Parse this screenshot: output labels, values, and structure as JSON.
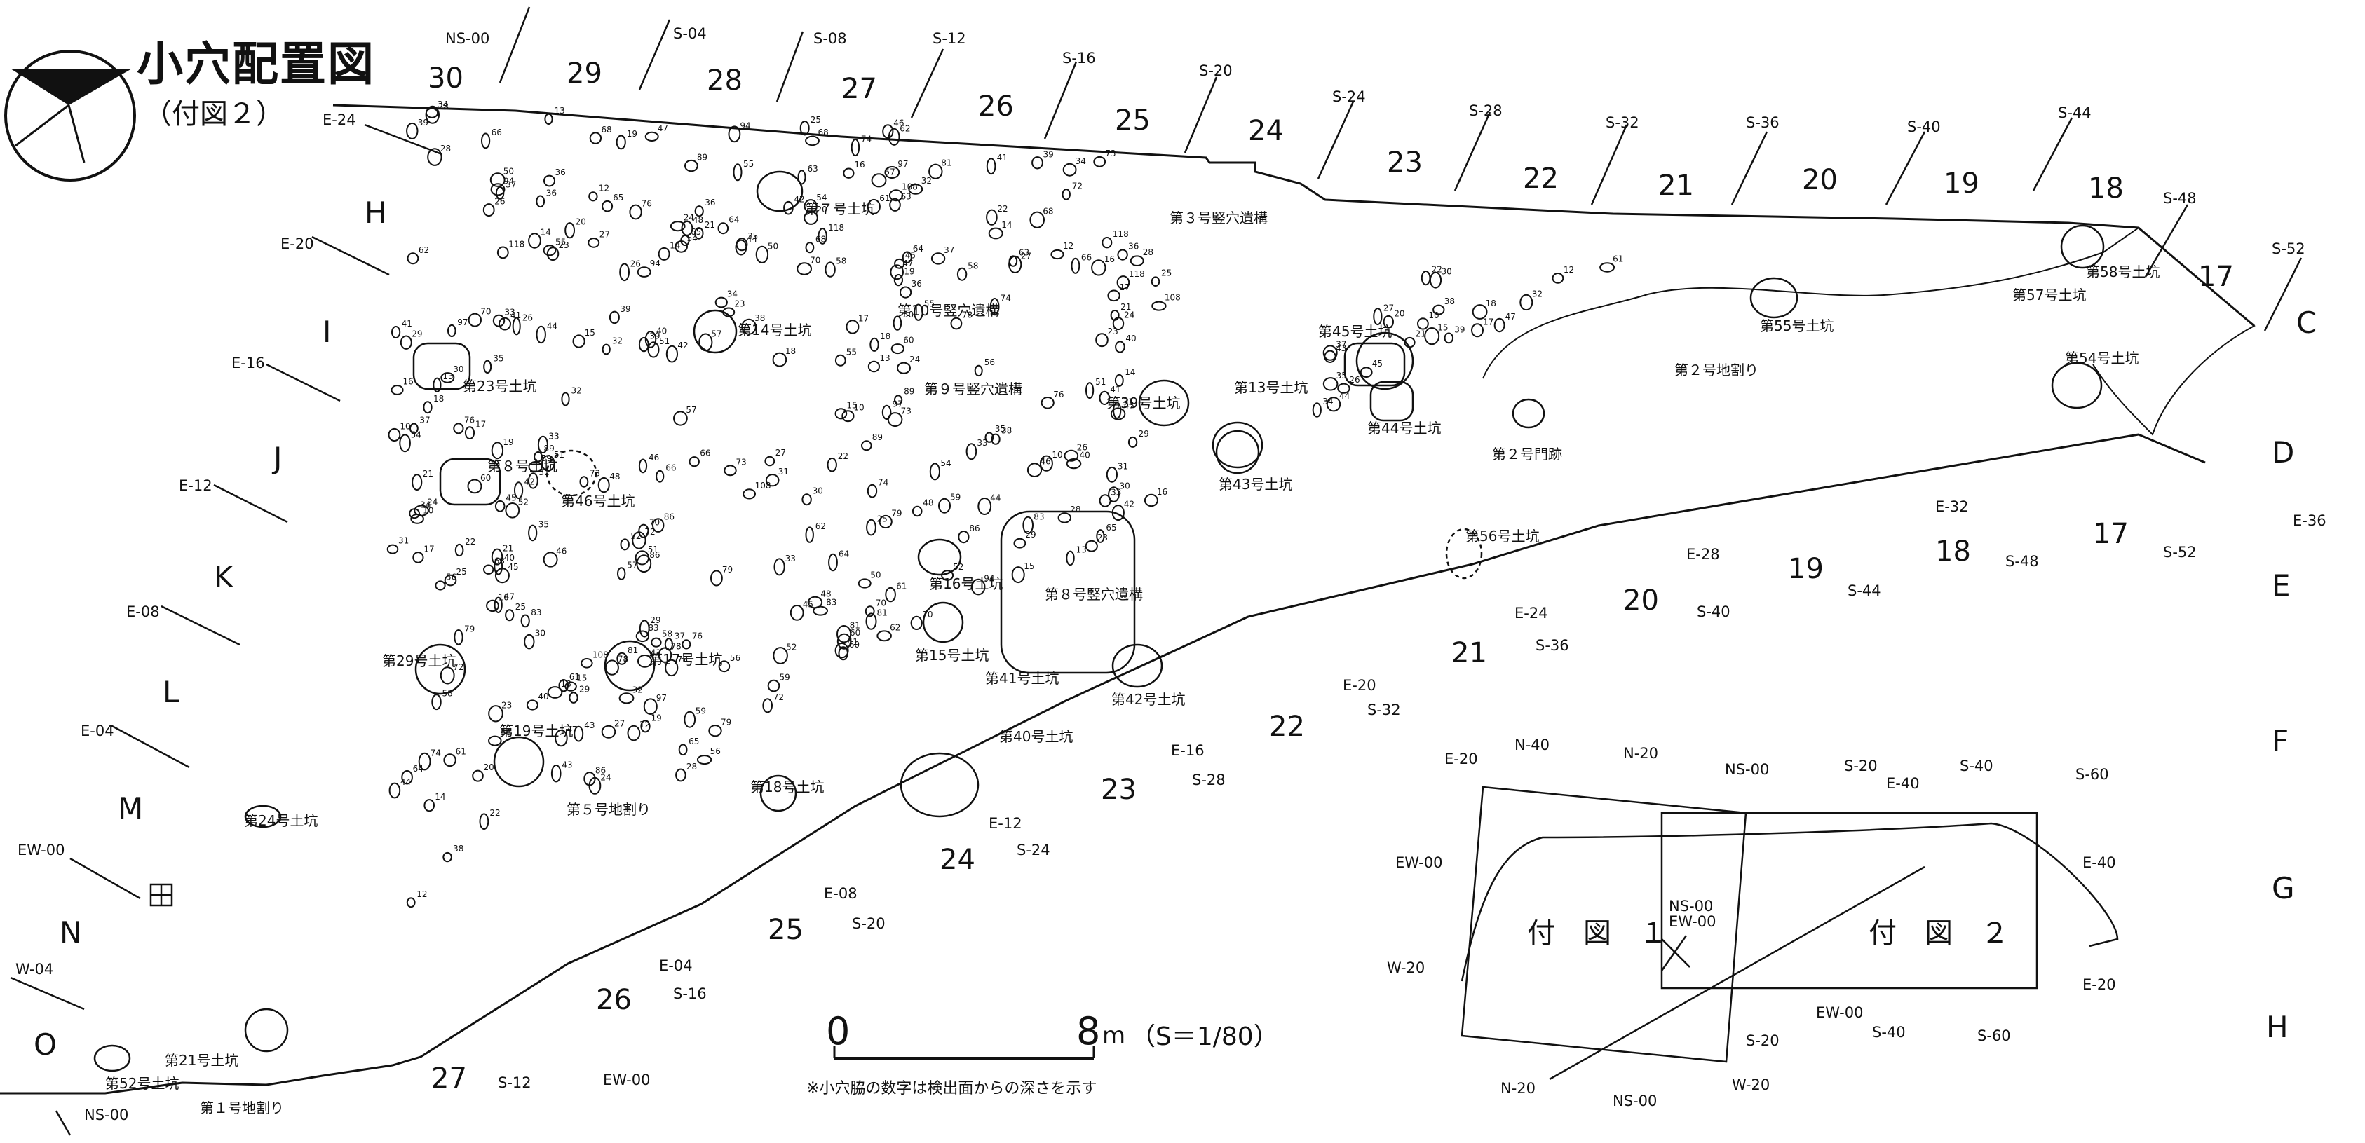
{
  "title": "小穴配置図",
  "subtitle": "（付図２）",
  "note": "※小穴脇の数字は検出面からの深さを示す",
  "scale": {
    "zero": "0",
    "end": "8",
    "unit": "m",
    "ratio": "（S＝1/80）"
  },
  "row_letters": [
    "H",
    "I",
    "J",
    "K",
    "L",
    "M",
    "N",
    "O"
  ],
  "row_letters_right": [
    "C",
    "D",
    "E",
    "F",
    "G",
    "H"
  ],
  "grid_numbers_top": [
    "30",
    "29",
    "28",
    "27",
    "26",
    "25",
    "24",
    "23",
    "22",
    "21",
    "20",
    "19",
    "18",
    "17"
  ],
  "grid_numbers_bottom": [
    "27",
    "26",
    "25",
    "24",
    "23",
    "22",
    "21",
    "20",
    "19",
    "18",
    "17"
  ],
  "coords_top": [
    "NS-00",
    "S-04",
    "S-08",
    "S-12",
    "S-16",
    "S-20",
    "S-24",
    "S-28",
    "S-32",
    "S-36",
    "S-40",
    "S-44",
    "S-48",
    "S-52"
  ],
  "coords_left": [
    "E-24",
    "E-20",
    "E-16",
    "E-12",
    "E-08",
    "E-04",
    "EW-00",
    "W-04"
  ],
  "coords_bottom_right": [
    "E-36",
    "E-32",
    "E-28",
    "E-24",
    "E-20",
    "E-16",
    "E-12",
    "E-08",
    "E-04",
    "EW-00",
    "NS-00",
    "S-12",
    "S-16",
    "S-20",
    "S-24",
    "S-28",
    "S-32",
    "S-36",
    "S-40",
    "S-44",
    "S-48",
    "S-52"
  ],
  "features": [
    "第３号竪穴遺構",
    "第７号土坑",
    "第10号竪穴遺構",
    "第14号土坑",
    "第９号竪穴遺構",
    "第23号土坑",
    "第８号土坑",
    "第46号土坑",
    "第39号土坑",
    "第13号土坑",
    "第43号土坑",
    "第45号土坑",
    "第44号土坑",
    "第２号門跡",
    "第55号土坑",
    "第57号土坑",
    "第58号土坑",
    "第54号土坑",
    "第２号地割り",
    "第56号土坑",
    "第８号竪穴遺構",
    "第16号土坑",
    "第15号土坑",
    "第41号土坑",
    "第42号土坑",
    "第17号土坑",
    "第29号土坑",
    "第19号土坑",
    "第５号地割り",
    "第18号土坑",
    "第40号土坑",
    "第24号土坑",
    "第21号土坑",
    "第52号土坑",
    "第１号地割り"
  ],
  "index_map": {
    "sheet1": "付　図　１",
    "sheet2": "付　図　２",
    "coords": [
      "E-20",
      "N-40",
      "N-20",
      "NS-00",
      "S-20",
      "S-40",
      "E-40",
      "S-60",
      "EW-00",
      "W-20",
      "E-40",
      "E-20",
      "S-20",
      "EW-00",
      "S-40",
      "S-60",
      "N-20",
      "NS-00",
      "W-20",
      "NS-00",
      "EW-00"
    ]
  },
  "pit_depths": [
    "25",
    "40",
    "31",
    "36",
    "23",
    "28",
    "24",
    "16",
    "33",
    "14",
    "41",
    "29",
    "37",
    "18",
    "21",
    "45",
    "20",
    "15",
    "17",
    "43",
    "10",
    "35",
    "32",
    "47",
    "38",
    "39",
    "27",
    "22",
    "30",
    "34",
    "26",
    "44",
    "61",
    "12",
    "13",
    "19",
    "42",
    "46",
    "48",
    "50",
    "51",
    "52",
    "54",
    "55",
    "56",
    "57",
    "58",
    "59",
    "60",
    "62",
    "63",
    "64",
    "65",
    "66",
    "68",
    "70",
    "72",
    "73",
    "74",
    "76",
    "78",
    "79",
    "81",
    "83",
    "86",
    "89",
    "94",
    "97",
    "108",
    "118"
  ]
}
